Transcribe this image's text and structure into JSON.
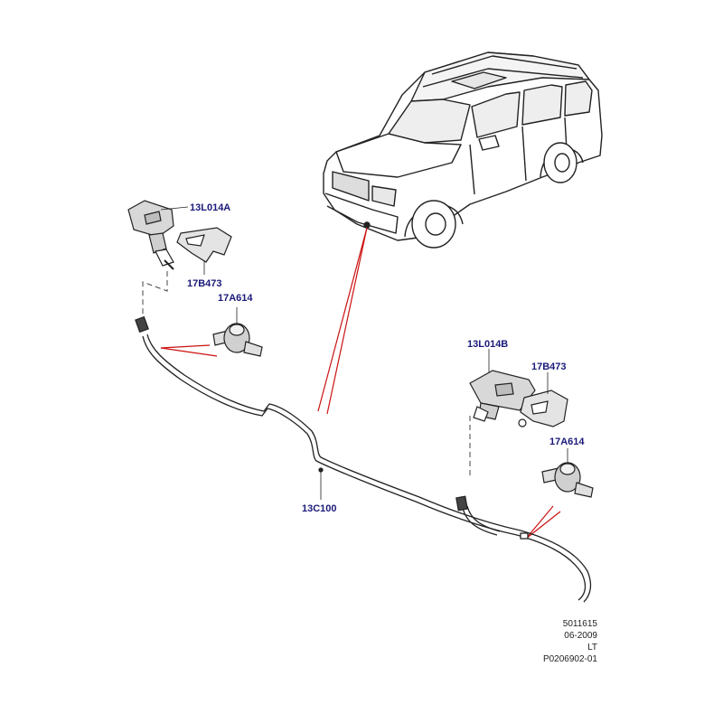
{
  "labels": {
    "nozzle_left": "13L014A",
    "bracket_left": "17B473",
    "valve_left": "17A614",
    "nozzle_right": "13L014B",
    "bracket_right": "17B473",
    "valve_right": "17A614",
    "hose": "13C100"
  },
  "reference": {
    "line1": "5011615",
    "line2": "06-2009",
    "line3": "LT",
    "line4": "P0206902-01"
  },
  "colors": {
    "label": "#1a1a7a",
    "leader_red": "#cc1111",
    "line_art": "#222222",
    "part_fill": "#d8d8d8"
  }
}
